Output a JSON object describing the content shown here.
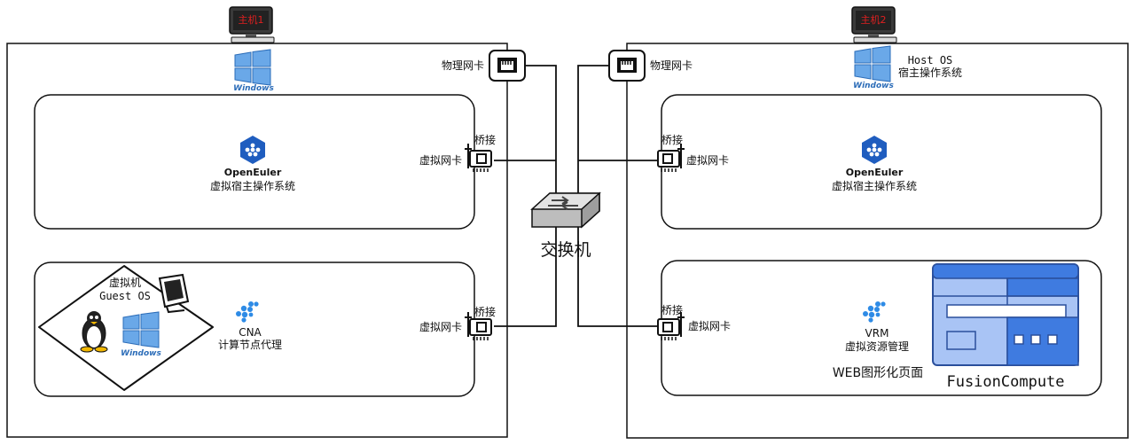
{
  "host1": {
    "monitor_label": "主机1",
    "os_logo": "windows-logo",
    "os_logo_text": "Windows",
    "nic_label": "物理网卡",
    "vm1": {
      "logo_text": "OpenEuler",
      "desc": "虚拟宿主操作系统",
      "bridge_label": "桥接",
      "vnic_label": "虚拟网卡"
    },
    "vm2": {
      "guest_line1": "虚拟机",
      "guest_line2": "Guest OS",
      "guest_os_logo_text": "Windows",
      "title": "CNA",
      "desc": "计算节点代理",
      "bridge_label": "桥接",
      "vnic_label": "虚拟网卡"
    }
  },
  "switch": {
    "label": "交换机"
  },
  "host2": {
    "monitor_label": "主机2",
    "os_line1": "Host OS",
    "os_line2": "宿主操作系统",
    "os_logo_text": "Windows",
    "nic_label": "物理网卡",
    "vm1": {
      "logo_text": "OpenEuler",
      "desc": "虚拟宿主操作系统",
      "bridge_label": "桥接",
      "vnic_label": "虚拟网卡"
    },
    "vm2": {
      "title": "VRM",
      "desc": "虚拟资源管理",
      "web_label": "WEB图形化页面",
      "fc_label": "FusionCompute",
      "bridge_label": "桥接",
      "vnic_label": "虚拟网卡"
    }
  },
  "colors": {
    "stroke": "#111111",
    "openeuler_blue": "#1f5dbf",
    "monitor_label": "#e02020",
    "windows_blue": "#4a90d9",
    "fc_light": "#a9c4f5",
    "fc_mid": "#3f7be0"
  }
}
